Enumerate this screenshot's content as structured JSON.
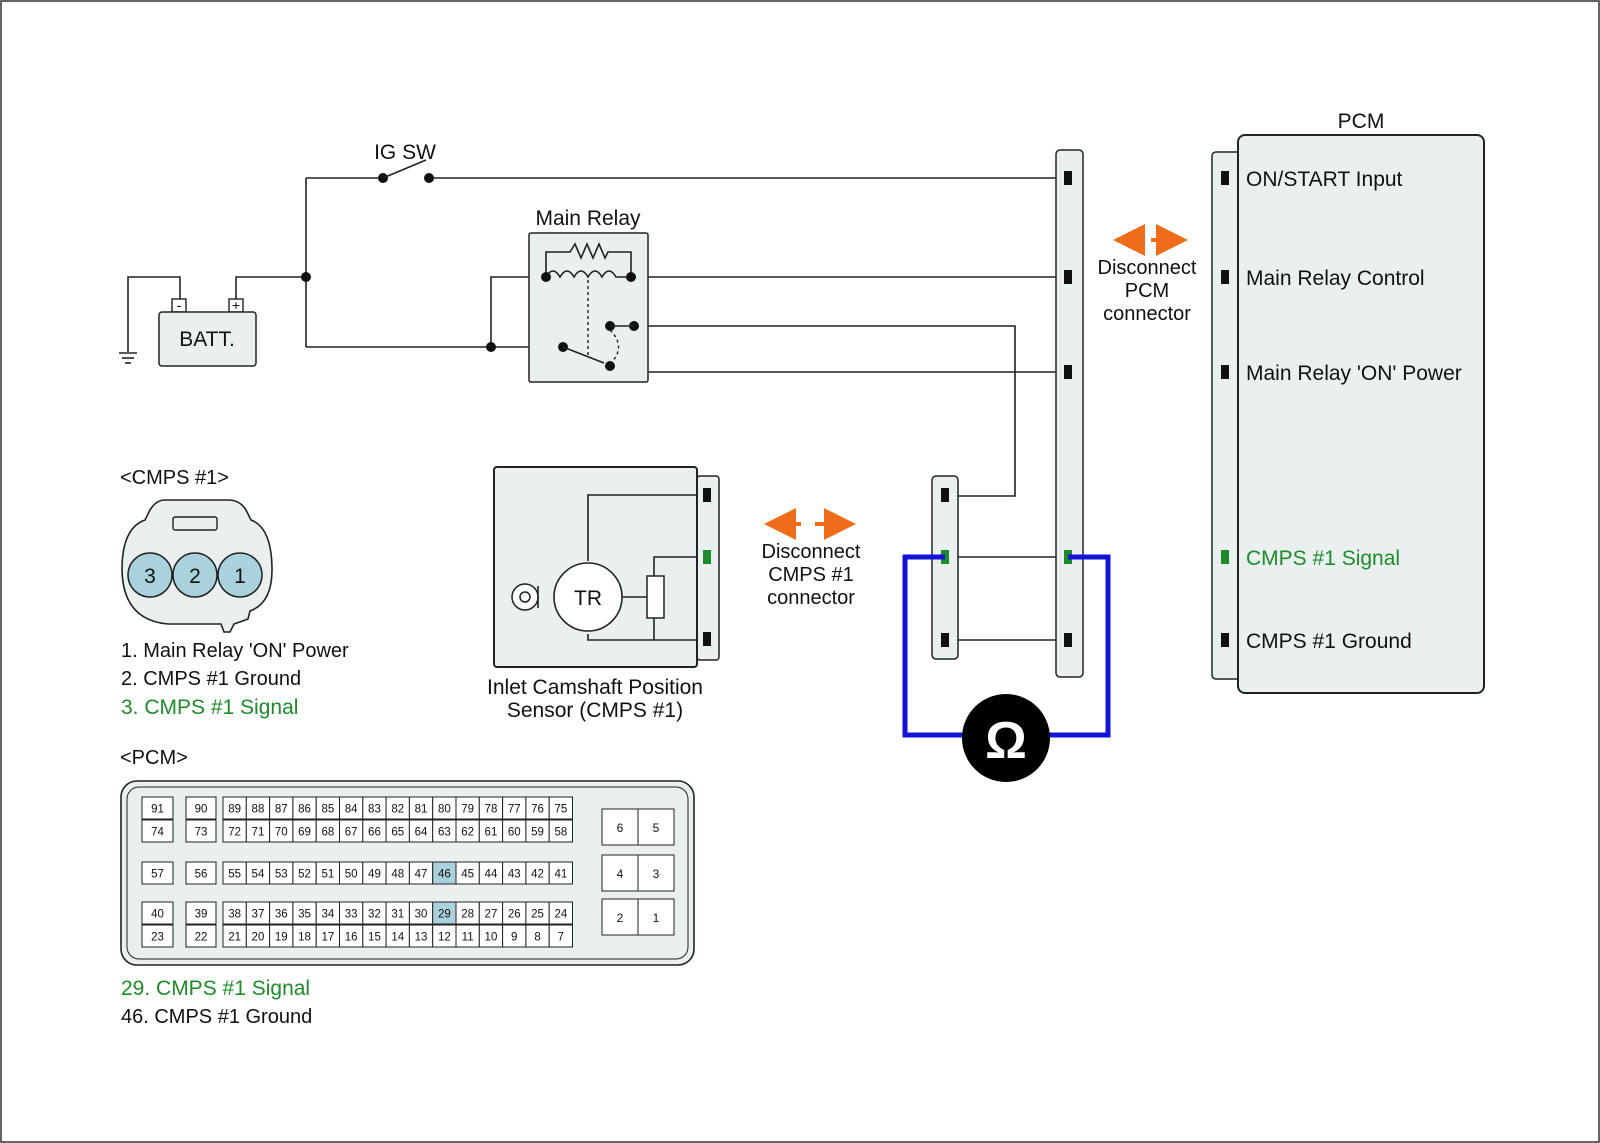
{
  "colors": {
    "signal": "#1f8a2a",
    "meter_lead": "#1414d8",
    "disconnect_arrow": "#ef6c1a",
    "pin_highlight": "#a9d2dc",
    "panel_fill": "#eaf0f0"
  },
  "labels": {
    "ig_sw": "IG SW",
    "batt": "BATT.",
    "batt_minus": "-",
    "batt_plus": "+",
    "main_relay": "Main Relay",
    "pcm_title": "PCM",
    "disconnect_pcm": [
      "Disconnect",
      "PCM",
      "connector"
    ],
    "disconnect_cmps": [
      "Disconnect",
      "CMPS #1",
      "connector"
    ],
    "sensor_name": [
      "Inlet Camshaft Position",
      "Sensor (CMPS #1)"
    ],
    "tr": "TR",
    "ohm": "Ω"
  },
  "pcm_pins": [
    {
      "label": "ON/START Input",
      "signal": false
    },
    {
      "label": "Main Relay Control",
      "signal": false
    },
    {
      "label": "Main Relay 'ON' Power",
      "signal": false
    },
    {
      "label": "CMPS #1 Signal",
      "signal": true
    },
    {
      "label": "CMPS #1 Ground",
      "signal": false
    }
  ],
  "cmps_connector": {
    "title": "<CMPS #1>",
    "pins": [
      "3",
      "2",
      "1"
    ],
    "legend": [
      {
        "text": "1. Main Relay 'ON' Power",
        "signal": false
      },
      {
        "text": "2. CMPS #1 Ground",
        "signal": false
      },
      {
        "text": "3. CMPS #1 Signal",
        "signal": true
      }
    ]
  },
  "pcm_connector": {
    "title": "<PCM>",
    "rows": [
      {
        "left": [
          "91",
          "90"
        ],
        "main": [
          "89",
          "88",
          "87",
          "86",
          "85",
          "84",
          "83",
          "82",
          "81",
          "80",
          "79",
          "78",
          "77",
          "76",
          "75"
        ]
      },
      {
        "left": [
          "74",
          "73"
        ],
        "main": [
          "72",
          "71",
          "70",
          "69",
          "68",
          "67",
          "66",
          "65",
          "64",
          "63",
          "62",
          "61",
          "60",
          "59",
          "58"
        ]
      },
      {
        "left": [
          "57",
          "56"
        ],
        "main": [
          "55",
          "54",
          "53",
          "52",
          "51",
          "50",
          "49",
          "48",
          "47",
          "46",
          "45",
          "44",
          "43",
          "42",
          "41"
        ]
      },
      {
        "left": [
          "40",
          "39"
        ],
        "main": [
          "38",
          "37",
          "36",
          "35",
          "34",
          "33",
          "32",
          "31",
          "30",
          "29",
          "28",
          "27",
          "26",
          "25",
          "24"
        ]
      },
      {
        "left": [
          "23",
          "22"
        ],
        "main": [
          "21",
          "20",
          "19",
          "18",
          "17",
          "16",
          "15",
          "14",
          "13",
          "12",
          "11",
          "10",
          "9",
          "8",
          "7"
        ]
      }
    ],
    "right_pairs": [
      [
        "6",
        "5"
      ],
      [
        "4",
        "3"
      ],
      [
        "2",
        "1"
      ]
    ],
    "highlighted": [
      "46",
      "29"
    ],
    "legend": [
      {
        "text": "29. CMPS #1 Signal",
        "signal": true
      },
      {
        "text": "46. CMPS #1 Ground",
        "signal": false
      }
    ]
  }
}
